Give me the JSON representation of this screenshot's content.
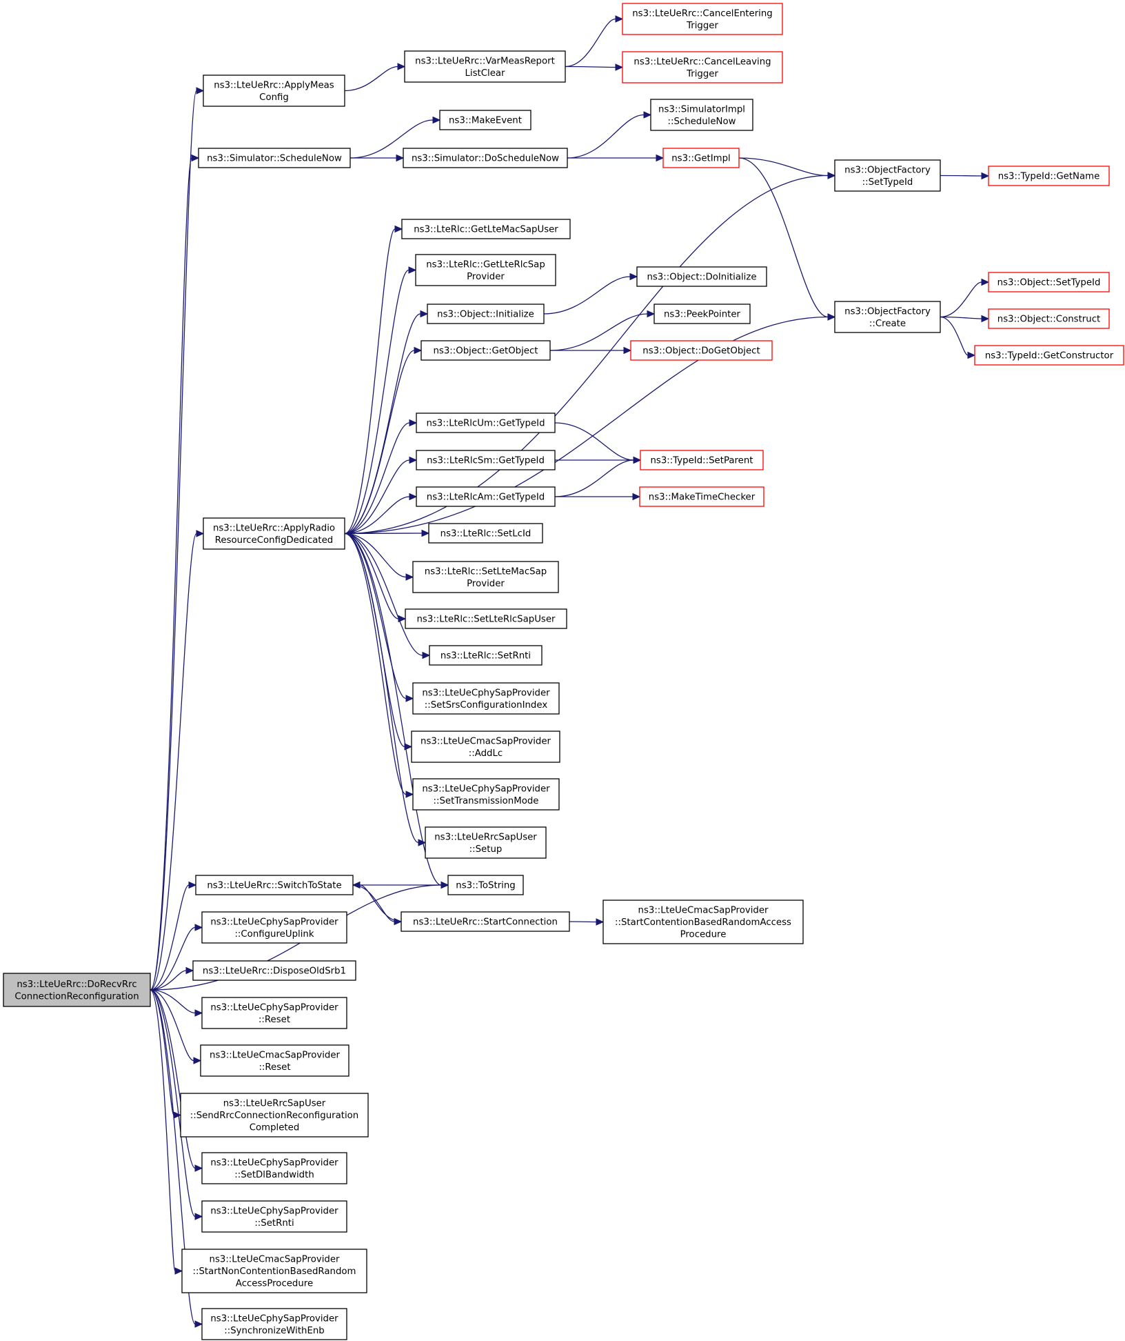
{
  "colors": {
    "edge": "#191970",
    "root_fill": "#bfbfbf",
    "node_border": "#000000",
    "external_border": "#ff0000"
  },
  "nodes": [
    {
      "id": "root",
      "lines": [
        "ns3::LteUeRrc::DoRecvRrc",
        "ConnectionReconfiguration"
      ],
      "kind": "root"
    },
    {
      "id": "applyMeas",
      "lines": [
        "ns3::LteUeRrc::ApplyMeas",
        "Config"
      ]
    },
    {
      "id": "varMeas",
      "lines": [
        "ns3::LteUeRrc::VarMeasReport",
        "ListClear"
      ]
    },
    {
      "id": "cancelEntering",
      "lines": [
        "ns3::LteUeRrc::CancelEntering",
        "Trigger"
      ],
      "kind": "ext"
    },
    {
      "id": "cancelLeaving",
      "lines": [
        "ns3::LteUeRrc::CancelLeaving",
        "Trigger"
      ],
      "kind": "ext"
    },
    {
      "id": "makeEvent",
      "lines": [
        "ns3::MakeEvent"
      ]
    },
    {
      "id": "simImplSchedNow",
      "lines": [
        "ns3::SimulatorImpl",
        "::ScheduleNow"
      ]
    },
    {
      "id": "simSchedNow",
      "lines": [
        "ns3::Simulator::ScheduleNow"
      ]
    },
    {
      "id": "simDoSchedNow",
      "lines": [
        "ns3::Simulator::DoScheduleNow"
      ]
    },
    {
      "id": "getImpl",
      "lines": [
        "ns3::GetImpl"
      ],
      "kind": "ext"
    },
    {
      "id": "ofSetTypeId",
      "lines": [
        "ns3::ObjectFactory",
        "::SetTypeId"
      ]
    },
    {
      "id": "typeIdGetName",
      "lines": [
        "ns3::TypeId::GetName"
      ],
      "kind": "ext"
    },
    {
      "id": "getLteMacSapUser",
      "lines": [
        "ns3::LteRlc::GetLteMacSapUser"
      ]
    },
    {
      "id": "getLteRlcSapProvider",
      "lines": [
        "ns3::LteRlc::GetLteRlcSap",
        "Provider"
      ]
    },
    {
      "id": "objDoInitialize",
      "lines": [
        "ns3::Object::DoInitialize"
      ]
    },
    {
      "id": "objInitialize",
      "lines": [
        "ns3::Object::Initialize"
      ]
    },
    {
      "id": "peekPointer",
      "lines": [
        "ns3::PeekPointer"
      ]
    },
    {
      "id": "objGetObject",
      "lines": [
        "ns3::Object::GetObject"
      ]
    },
    {
      "id": "objDoGetObject",
      "lines": [
        "ns3::Object::DoGetObject"
      ],
      "kind": "ext"
    },
    {
      "id": "objSetTypeId",
      "lines": [
        "ns3::Object::SetTypeId"
      ],
      "kind": "ext"
    },
    {
      "id": "ofCreate",
      "lines": [
        "ns3::ObjectFactory",
        "::Create"
      ]
    },
    {
      "id": "objConstruct",
      "lines": [
        "ns3::Object::Construct"
      ],
      "kind": "ext"
    },
    {
      "id": "typeIdGetCtor",
      "lines": [
        "ns3::TypeId::GetConstructor"
      ],
      "kind": "ext"
    },
    {
      "id": "rlcUmGetTypeId",
      "lines": [
        "ns3::LteRlcUm::GetTypeId"
      ]
    },
    {
      "id": "rlcSmGetTypeId",
      "lines": [
        "ns3::LteRlcSm::GetTypeId"
      ]
    },
    {
      "id": "typeIdSetParent",
      "lines": [
        "ns3::TypeId::SetParent"
      ],
      "kind": "ext"
    },
    {
      "id": "rlcAmGetTypeId",
      "lines": [
        "ns3::LteRlcAm::GetTypeId"
      ]
    },
    {
      "id": "makeTimeChecker",
      "lines": [
        "ns3::MakeTimeChecker"
      ],
      "kind": "ext"
    },
    {
      "id": "applyRadio",
      "lines": [
        "ns3::LteUeRrc::ApplyRadio",
        "ResourceConfigDedicated"
      ]
    },
    {
      "id": "rlcSetLcId",
      "lines": [
        "ns3::LteRlc::SetLcId"
      ]
    },
    {
      "id": "rlcSetLteMacSapProvider",
      "lines": [
        "ns3::LteRlc::SetLteMacSap",
        "Provider"
      ]
    },
    {
      "id": "rlcSetLteRlcSapUser",
      "lines": [
        "ns3::LteRlc::SetLteRlcSapUser"
      ]
    },
    {
      "id": "rlcSetRnti",
      "lines": [
        "ns3::LteRlc::SetRnti"
      ]
    },
    {
      "id": "cphySetSrs",
      "lines": [
        "ns3::LteUeCphySapProvider",
        "::SetSrsConfigurationIndex"
      ]
    },
    {
      "id": "cmacAddLc",
      "lines": [
        "ns3::LteUeCmacSapProvider",
        "::AddLc"
      ]
    },
    {
      "id": "cphySetTxMode",
      "lines": [
        "ns3::LteUeCphySapProvider",
        "::SetTransmissionMode"
      ]
    },
    {
      "id": "rrcSapUserSetup",
      "lines": [
        "ns3::LteUeRrcSapUser",
        "::Setup"
      ]
    },
    {
      "id": "switchToState",
      "lines": [
        "ns3::LteUeRrc::SwitchToState"
      ]
    },
    {
      "id": "toString",
      "lines": [
        "ns3::ToString"
      ]
    },
    {
      "id": "startConnection",
      "lines": [
        "ns3::LteUeRrc::StartConnection"
      ]
    },
    {
      "id": "cmacStartCbra",
      "lines": [
        "ns3::LteUeCmacSapProvider",
        "::StartContentionBasedRandomAccess",
        "Procedure"
      ]
    },
    {
      "id": "cphyConfigureUplink",
      "lines": [
        "ns3::LteUeCphySapProvider",
        "::ConfigureUplink"
      ]
    },
    {
      "id": "disposeOldSrb1",
      "lines": [
        "ns3::LteUeRrc::DisposeOldSrb1"
      ]
    },
    {
      "id": "cphyReset",
      "lines": [
        "ns3::LteUeCphySapProvider",
        "::Reset"
      ]
    },
    {
      "id": "cmacReset",
      "lines": [
        "ns3::LteUeCmacSapProvider",
        "::Reset"
      ]
    },
    {
      "id": "rrcSapUserSendRcrc",
      "lines": [
        "ns3::LteUeRrcSapUser",
        "::SendRrcConnectionReconfiguration",
        "Completed"
      ]
    },
    {
      "id": "cphySetDlBw",
      "lines": [
        "ns3::LteUeCphySapProvider",
        "::SetDlBandwidth"
      ]
    },
    {
      "id": "cphySetRnti",
      "lines": [
        "ns3::LteUeCphySapProvider",
        "::SetRnti"
      ]
    },
    {
      "id": "cmacStartNcbra",
      "lines": [
        "ns3::LteUeCmacSapProvider",
        "::StartNonContentionBasedRandom",
        "AccessProcedure"
      ]
    },
    {
      "id": "cphySyncEnb",
      "lines": [
        "ns3::LteUeCphySapProvider",
        "::SynchronizeWithEnb"
      ]
    }
  ],
  "edges": [
    [
      "root",
      "applyMeas"
    ],
    [
      "root",
      "simSchedNow"
    ],
    [
      "root",
      "applyRadio"
    ],
    [
      "root",
      "toString"
    ],
    [
      "root",
      "switchToState"
    ],
    [
      "root",
      "cphyConfigureUplink"
    ],
    [
      "root",
      "disposeOldSrb1"
    ],
    [
      "root",
      "cphyReset"
    ],
    [
      "root",
      "cmacReset"
    ],
    [
      "root",
      "rrcSapUserSendRcrc"
    ],
    [
      "root",
      "cphySetDlBw"
    ],
    [
      "root",
      "cphySetRnti"
    ],
    [
      "root",
      "cmacStartNcbra"
    ],
    [
      "root",
      "cphySyncEnb"
    ],
    [
      "applyMeas",
      "varMeas"
    ],
    [
      "varMeas",
      "cancelEntering"
    ],
    [
      "varMeas",
      "cancelLeaving"
    ],
    [
      "simSchedNow",
      "makeEvent"
    ],
    [
      "simSchedNow",
      "simDoSchedNow"
    ],
    [
      "simDoSchedNow",
      "simImplSchedNow"
    ],
    [
      "simDoSchedNow",
      "getImpl"
    ],
    [
      "getImpl",
      "ofSetTypeId"
    ],
    [
      "getImpl",
      "ofCreate"
    ],
    [
      "ofSetTypeId",
      "typeIdGetName"
    ],
    [
      "applyRadio",
      "ofSetTypeId"
    ],
    [
      "applyRadio",
      "getLteMacSapUser"
    ],
    [
      "applyRadio",
      "getLteRlcSapProvider"
    ],
    [
      "applyRadio",
      "objInitialize"
    ],
    [
      "applyRadio",
      "objGetObject"
    ],
    [
      "applyRadio",
      "ofCreate"
    ],
    [
      "applyRadio",
      "rlcUmGetTypeId"
    ],
    [
      "applyRadio",
      "rlcSmGetTypeId"
    ],
    [
      "applyRadio",
      "rlcAmGetTypeId"
    ],
    [
      "applyRadio",
      "rlcSetLcId"
    ],
    [
      "applyRadio",
      "rlcSetLteMacSapProvider"
    ],
    [
      "applyRadio",
      "rlcSetLteRlcSapUser"
    ],
    [
      "applyRadio",
      "rlcSetRnti"
    ],
    [
      "applyRadio",
      "cphySetSrs"
    ],
    [
      "applyRadio",
      "cmacAddLc"
    ],
    [
      "applyRadio",
      "cphySetTxMode"
    ],
    [
      "applyRadio",
      "rrcSapUserSetup"
    ],
    [
      "applyRadio",
      "toString"
    ],
    [
      "objInitialize",
      "objDoInitialize"
    ],
    [
      "objGetObject",
      "peekPointer"
    ],
    [
      "objGetObject",
      "objDoGetObject"
    ],
    [
      "ofCreate",
      "objSetTypeId"
    ],
    [
      "ofCreate",
      "objConstruct"
    ],
    [
      "ofCreate",
      "typeIdGetCtor"
    ],
    [
      "rlcUmGetTypeId",
      "typeIdSetParent"
    ],
    [
      "rlcSmGetTypeId",
      "typeIdSetParent"
    ],
    [
      "rlcAmGetTypeId",
      "typeIdSetParent"
    ],
    [
      "rlcAmGetTypeId",
      "makeTimeChecker"
    ],
    [
      "switchToState",
      "toString"
    ],
    [
      "switchToState",
      "startConnection"
    ],
    [
      "startConnection",
      "switchToState"
    ],
    [
      "startConnection",
      "cmacStartCbra"
    ]
  ]
}
